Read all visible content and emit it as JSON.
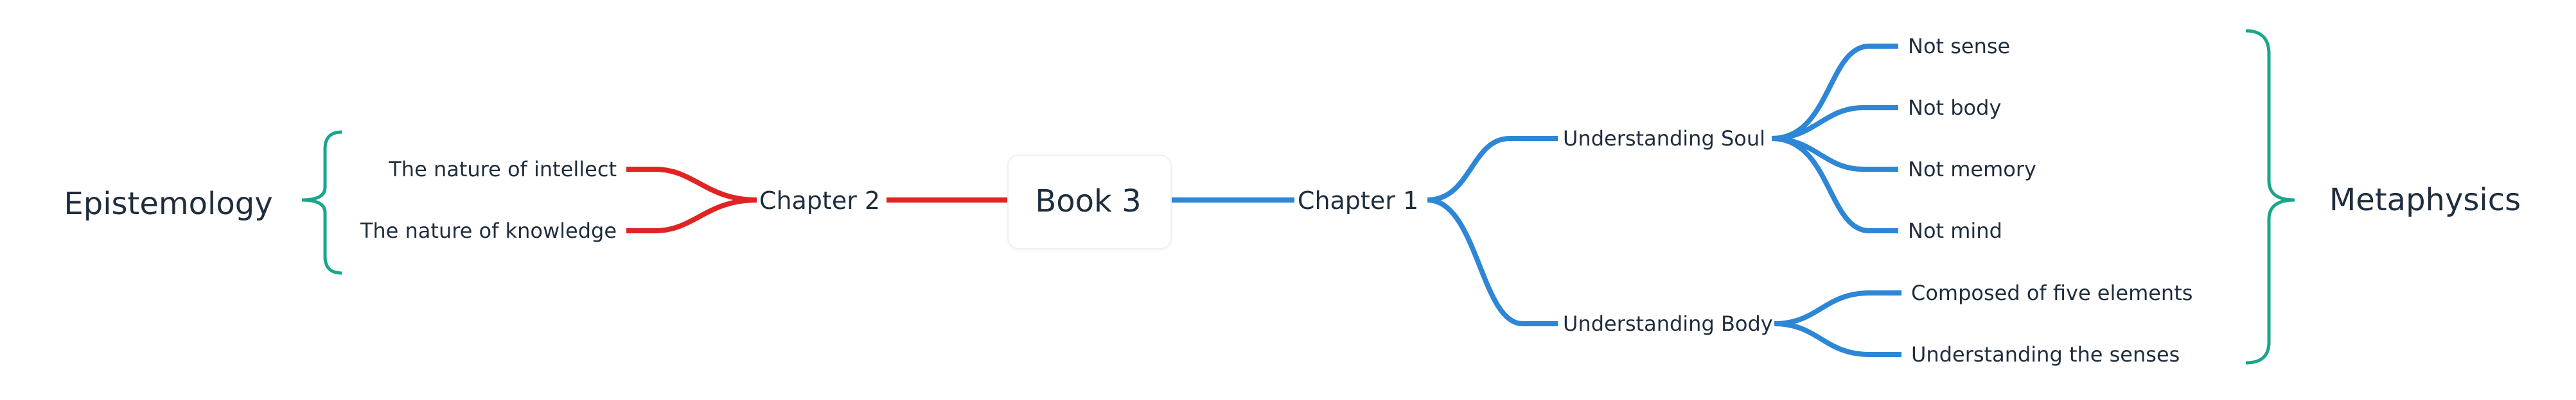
{
  "map": {
    "root": "Book 3",
    "left_group": "Epistemology",
    "right_group": "Metaphysics",
    "chapter2": {
      "label": "Chapter 2",
      "items": [
        "The nature of intellect",
        "The nature of knowledge"
      ]
    },
    "chapter1": {
      "label": "Chapter 1",
      "soul": {
        "label": "Understanding Soul",
        "items": [
          "Not sense",
          "Not body",
          "Not memory",
          "Not mind"
        ]
      },
      "body": {
        "label": "Understanding Body",
        "items": [
          "Composed of five elements",
          "Understanding the senses"
        ]
      }
    }
  },
  "colors": {
    "left_branch": "#e02424",
    "right_branch": "#2e86d6",
    "bracket": "#19a68a",
    "text": "#1f2d3d"
  }
}
